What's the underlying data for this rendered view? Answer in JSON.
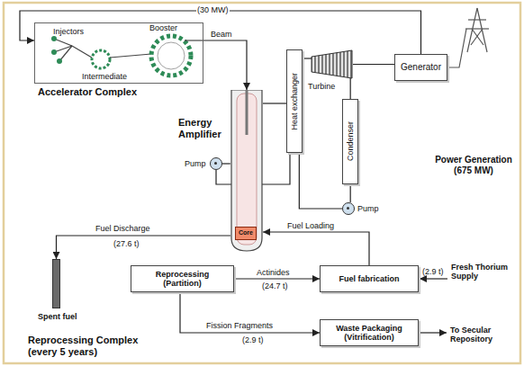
{
  "diagram": {
    "nodes": [
      {
        "text": [
          "Accelerator Complex"
        ]
      },
      {
        "text": [
          "Energy Amplifier"
        ]
      },
      {
        "text": [
          "Core"
        ],
        "in": 1
      },
      {
        "text": [
          "Pump"
        ]
      },
      {
        "text": [
          "Heat exchanger"
        ]
      },
      {
        "text": [
          "Turbine"
        ]
      },
      {
        "text": [
          "Generator"
        ]
      },
      {
        "text": [
          "Condenser"
        ]
      },
      {
        "text": [
          "Pump"
        ]
      },
      {
        "text": [
          "Reprocessing (Partition)"
        ]
      },
      {
        "text": [
          "Fuel fabrication"
        ]
      },
      {
        "text": [
          "Waste Packaging (Vitrification)"
        ]
      },
      {
        "text": [
          "Spent fuel"
        ]
      }
    ],
    "edges": [
      {
        "from": 6,
        "to": 0,
        "arrow": "to",
        "label": "(30 MW)"
      },
      {
        "from": 0,
        "to": 1,
        "arrow": "to",
        "label": "Beam"
      },
      {
        "from": 1,
        "to": 4,
        "arrow": "none"
      },
      {
        "from": 4,
        "to": 3,
        "arrow": "none"
      },
      {
        "from": 3,
        "to": 1,
        "arrow": "none"
      },
      {
        "from": 4,
        "to": 5,
        "arrow": "none"
      },
      {
        "from": 5,
        "to": 6,
        "arrow": "none"
      },
      {
        "from": 5,
        "to": 7,
        "arrow": "none"
      },
      {
        "from": 7,
        "to": 8,
        "arrow": "none"
      },
      {
        "from": 8,
        "to": 4,
        "arrow": "none"
      },
      {
        "from": 1,
        "to": 12,
        "arrow": "to",
        "label": "Fuel Discharge"
      },
      {
        "from": 9,
        "to": 10,
        "arrow": "to",
        "label": "Actinides"
      },
      {
        "from": 10,
        "to": 1,
        "arrow": "to",
        "label": "Fuel Loading"
      },
      {
        "from": 9,
        "to": 11,
        "arrow": "to",
        "label": "Fission Fragments"
      }
    ],
    "labels": [
      "Injectors",
      "Intermediate",
      "Booster",
      "Power Generation (675 MW)",
      "(27.6 t)",
      "(24.7 t)",
      "Fresh Thorium Supply",
      "(2.9 t)",
      "(2.9 t)",
      "To Secular Repository",
      "Reprocessing Complex (every 5 years)"
    ]
  }
}
